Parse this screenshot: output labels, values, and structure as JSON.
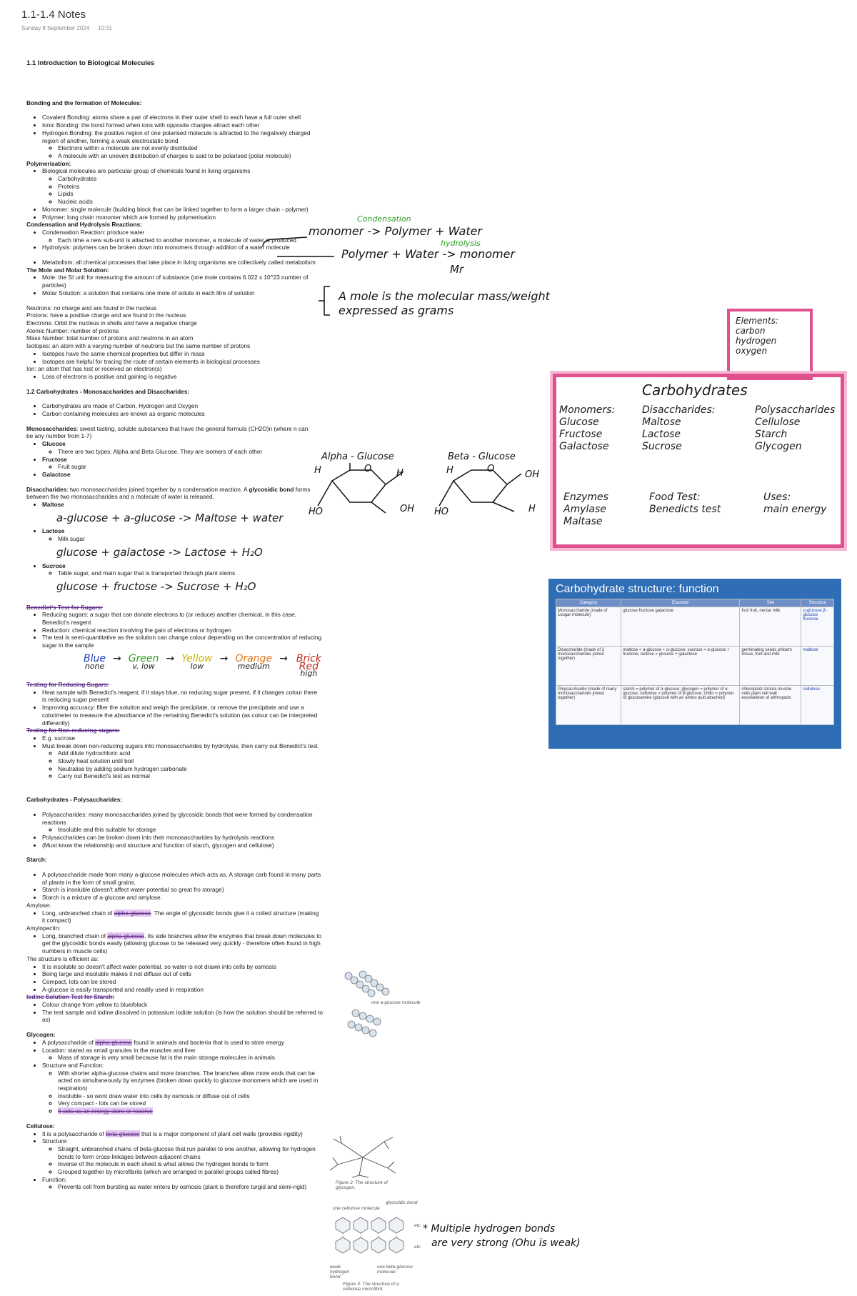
{
  "header": {
    "title": "1.1-1.4 Notes",
    "date": "Sunday 8 September 2024",
    "time": "10:31"
  },
  "s11": {
    "title": "1.1 Introduction to Biological Molecules",
    "bonding_h": "Bonding and the formation of Molecules:",
    "bonding": [
      "Covalent Bonding: atoms share a pair of electrons in their outer shell to each have a full outer shell",
      "Ionic Bonding: the bond formed when ions with opposite charges attract each other",
      "Hydrogen Bonding: the positive region of one polarised molecule is attracted to the negatively charged region of another, forming a weak electrostatic bond"
    ],
    "bonding_sub": [
      "Electrons within a molecule are not evenly distributed",
      "A molecule with an uneven distribution of charges is said to be polarised (polar molecule)"
    ],
    "poly_h": "Polymerisation:",
    "poly1": "Biological molecules are particular group of chemicals found in living organisms",
    "poly_sub": [
      "Carbohydrates",
      "Proteins",
      "Lipids",
      "Nucleic acids"
    ],
    "poly2": "Monomer: single molecule (building block that can be linked together to form a larger chain - polymer)",
    "poly3": "Polymer: long chain monomer which are formed by polymerisation",
    "cond_h": "Condensation and Hydrolysis Reactions:",
    "cond1": "Condensation Reaction: produce water",
    "cond1_sub": "Each time a new sub-unit is attached to another monomer, a molecule of water is produced",
    "cond2": "Hydrolysis: polymers can be broken down into monomers through addition of a water molecule",
    "cond3": "Metabolism: all chemical processes that take place in living organisms are collectively called metabolism",
    "mole_h": "The Mole and Molar Solution:",
    "mole1": "Mole: the SI unit for measuring the amount of substance (one mole contains  6.022 x 10^23 number of particles)",
    "mole2": "Molar Solution: a solution that contains one mole of solute in each litre of solution",
    "atoms": [
      "Neutrons:  no charge and are found in the nucleus",
      "Protons: have a positive charge and are found in the nucleus",
      "Electrons: Orbit the nucleus in shells and have a negative charge",
      "Atomic Number: number of protons",
      "Mass Number: total number of protons and neutrons in an atom",
      "Isotopes: an atom with a varying number of neutrons but the same number of protons"
    ],
    "iso_sub": [
      "Isotopes have the same chemical properties but differ in mass",
      "Isotopes are helpful for tracing the route of certain elements in biological processes"
    ],
    "ion": "Ion: an atom that has lost or received an electron(s)",
    "ion_sub": "Loss of electrons is positive and gaining is negative"
  },
  "s12": {
    "title": "1.2 Carbohydrates - Monosaccharides and Disaccharides:",
    "intro": [
      "Carbohydrates are made of Carbon, Hydrogen and Oxygen",
      "Carbon containing molecules are known as organic molecules"
    ],
    "mono_b": "Monosaccharides",
    "mono_t": ": sweet tasting, soluble substances that have the general formula (CH2O)n (where n can be any number from 1-7)",
    "glucose": "Glucose",
    "glucose_sub": "There are two types: Alpha and Beta Glucose. They are isomers of each other",
    "fructose": "Fructose",
    "fructose_sub": "Fruit sugar",
    "galactose": "Galactose",
    "di_b": "Disaccharides",
    "di_t1": ": two monosaccharides joined together by a condensation reaction. A ",
    "di_gb": "glycosidic bond",
    "di_t2": " forms between the two monosaccharides and a molecule of water is released.",
    "maltose": "Maltose",
    "eq1": "a-glucose + a-glucose -> Maltose + water",
    "lactose": "Lactose",
    "lactose_sub": "Milk sugar",
    "eq2": "glucose + galactose -> Lactose + H₂O",
    "sucrose": "Sucrose",
    "sucrose_sub": "Table sugar, and main sugar that is transported through plant stems",
    "eq3": "glucose + fructose -> Sucrose + H₂O"
  },
  "benedict": {
    "h": "Benedict's Test for Sugars:",
    "items": [
      "Reducing sugars: a sugar that can donate electrons to (or reduce) another chemical, in this case, Benedict's reagent",
      "Reduction: chemical reaction involving the gain of electrons or hydrogen",
      "The test is semi-quantitative as the solution can change colour depending on the concentration of reducing sugar in the sample"
    ],
    "scale": [
      {
        "c": "Blue",
        "l": "none",
        "col": "#1f3fbf"
      },
      {
        "c": "Green",
        "l": "v. low",
        "col": "#2e9f1f"
      },
      {
        "c": "Yellow",
        "l": "low",
        "col": "#c9b400"
      },
      {
        "c": "Orange",
        "l": "medium",
        "col": "#e0731a"
      },
      {
        "c": "Brick Red",
        "l": "high",
        "col": "#c2281e"
      }
    ],
    "red_h": "Testing for Reducing Sugars:",
    "red": [
      "Heat sample with Benedict's reagent, if it stays blue, no reducing sugar present, if it changes colour there is reducing sugar present",
      "Improving accuracy: filter the solution and weigh the precipitate, or remove the precipitate and use a colorimeter to measure the absorbance of the remaining Benedict's solution (as colour can be interpreted differently)"
    ],
    "nonred_h": "Testing for Non-reducing sugars:",
    "nonred": [
      "E.g. sucrose",
      "Must break down non-reducing sugars into monosaccharides by hydrolysis, then carry out Benedict's test."
    ],
    "nonred_sub": [
      "Add dilute hydrochloric acid",
      "Slowly heat solution until boil",
      "Neutralise by adding sodium hydrogen carbonate",
      "Carry out Benedict's test as normal"
    ]
  },
  "poly": {
    "h": "Carbohydrates - Polysaccharides:",
    "i1": "Polysaccharides: many monosaccharides joined by glycosidic bonds that were formed by condensation reactions",
    "i1_sub": "Insoluble and this suitable for storage",
    "i2": "Polysaccharides can be broken down into their monosaccharides by hydrolysis reactions",
    "i3": "(Must know the relationship and structure and function of starch, glycogen and cellulose)"
  },
  "starch": {
    "h": "Starch:",
    "items": [
      "A polysaccharide made from many a-glucose molecules which acts as. A storage carb found in many parts of plants in the form of small grains.",
      "Starch is insoluble (doesn't affect water potential so great fro storage)",
      "Starch is a mixture of a-glucose and amylose."
    ],
    "amylose_h": "Amylose:",
    "amylose_a": "Long, unbranched chain of ",
    "alpha": "alpha-glucose",
    "amylose_b": ". The angle of glycosidic bonds give it a coiled structure (making it compact)",
    "amylopectin_h": "Amylopectin:",
    "amylopectin_a": "Long, branched chain of ",
    "amylopectin_b": ". Its side branches allow the enzymes that break down molecules to get the glycosidic bonds easily (allowing glucose to be released very quickly - therefore often found in high numbers in muscle cells)",
    "eff_h": "The structure is efficient as:",
    "eff": [
      "It is insoluble so doesn't affect water potential, so water is not drawn into cells by osmosis",
      "Being large and insoluble makes it not diffuse out of cells",
      "Compact, lots can be stored",
      "A-glucose is easily transported and readily used in respiration"
    ],
    "iodine_h": "Iodine Solution Test for Starch:",
    "iodine": [
      "Colour change from yellow to blue/black",
      "The test sample and iodine dissolved in potassium iodide solution (is how the solution should be referred to as)"
    ],
    "fig_label": "one a-glucose molecule"
  },
  "glycogen": {
    "h": "Glycogen:",
    "i1a": "A polysaccharide of ",
    "i1b": " found in animals and bacteria that is used to store energy",
    "i2": "Location: stared as small granules in the muscles and liver",
    "i2_sub": "Mass of storage is very small because fat is the main storage molecules in animals",
    "i3": "Structure and Function:",
    "i3_sub": [
      "With shorter alpha-glucose chains and more branches. The branches allow more ends that can be acted on simultaneously by enzymes (broken down quickly to glucose monomers which are used in respiration)",
      "Insoluble - so wont draw water into cells by osmosis or diffuse out of cells",
      "Very compact - lots can be stored"
    ],
    "i3_last": "It acts as an energy store or reserve",
    "fig_caption": "Figure 2: The structure of glycogen."
  },
  "cellulose": {
    "h": "Cellulose:",
    "i1a": "It is a polysaccharide of ",
    "beta": "beta-glucose",
    "i1b": " that is a major component of plant cell walls (provides rigidity)",
    "i2": "Structure:",
    "i2_sub": [
      "Straight, unbranched chains of beta-glucose that run parallel to one another, allowing for hydrogen bonds to form cross-linkages between adjacent chains",
      "Inverse of the molecule in each sheet is what allows the hydrogen bonds to form",
      "Grouped together by microfibrils (which are arranged in parallel groups called fibres)"
    ],
    "i3": "Function:",
    "i3_sub": "Prevents cell from bursting as water enters by osmosis (plant is therefore turgid and semi-rigid)",
    "fig_caption": "Figure 3: The structure of a cellulose microfibril.",
    "fig_labels": [
      "one cellulose molecule",
      "glycosidic bond",
      "etc.",
      "etc.",
      "weak hydrogen bond",
      "one beta-glucose molecule"
    ]
  },
  "annotations": {
    "condensation": "Condensation",
    "eq_cond": "monomer -> Polymer + Water",
    "hydrolysis": "hydrolysis",
    "eq_hyd": "Polymer + Water -> monomer",
    "mr": "Mr",
    "mole_def1": "A mole is the molecular mass/weight",
    "mole_def2": "expressed as grams",
    "alpha_glucose": "Alpha - Glucose",
    "beta_glucose": "Beta - Glucose",
    "multiple_h1": "* Multiple hydrogen bonds",
    "multiple_h2": "are very strong (Ohu is weak)"
  },
  "elements_box": {
    "title": "Elements:",
    "items": [
      "carbon",
      "hydrogen",
      "oxygen"
    ]
  },
  "carb_box": {
    "title": "Carbohydrates",
    "monomers_h": "Monomers:",
    "monomers": [
      "Glucose",
      "Fructose",
      "Galactose"
    ],
    "di_h": "Disaccharides:",
    "di": [
      "Maltose",
      "Lactose",
      "Sucrose"
    ],
    "poly_h": "Polysaccharides",
    "poly": [
      "Cellulose",
      "Starch",
      "Glycogen"
    ],
    "enz_h": "Enzymes",
    "enz": [
      "Amylase",
      "Maltase"
    ],
    "food_h": "Food Test:",
    "food": "Benedicts test",
    "uses_h": "Uses:",
    "uses": "main energy"
  },
  "table": {
    "title": "Carbohydrate structure: function",
    "headers": [
      "Category",
      "Example",
      "Site",
      "Structure"
    ],
    "rows": [
      [
        "Monosaccharide (made of 1sugar molecule)",
        "glucose fructose galactose",
        "fruit fruit, nectar milk",
        "α-glucose  β-glucose  fructose"
      ],
      [
        "Disaccharide (made of 2 monosaccharides joined together)",
        "maltose = α-glucose + α-glucose; sucrose = α-glucose + fructose; lactose = glucose + galactose",
        "germinating seeds phloem tissue, fruit and milk",
        "maltose"
      ],
      [
        "Polysaccharide (made of many monosaccharides joined together)",
        "starch = polymer of α-glucose; glycogen = polymer of α-glucose; cellulose = polymer of β-glucose; chitin = polymer of glucosamine (glucose with an amino acid attached)",
        "chloroplast stroma muscle cells plant cell wall exoskeleton of arthropods",
        "cellulose"
      ]
    ]
  }
}
